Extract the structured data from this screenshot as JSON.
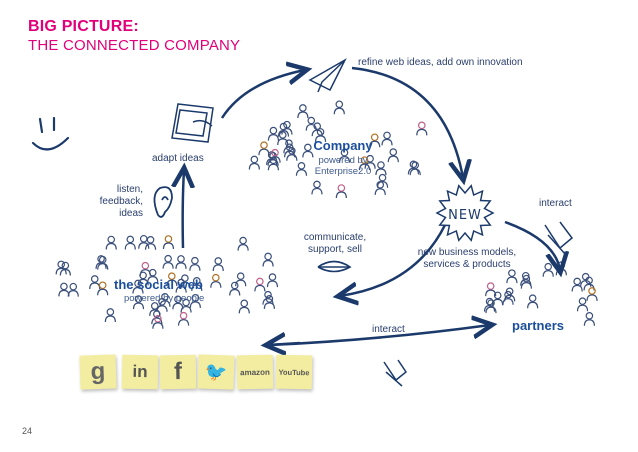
{
  "title": {
    "line1": "BIG PICTURE:",
    "line2": "THE CONNECTED COMPANY"
  },
  "labels": {
    "refine": "refine web ideas, add own innovation",
    "adapt": "adapt ideas",
    "listen": "listen,\nfeedback,\nideas",
    "company_title": "Company",
    "company_sub": "powered by\nEnterprise2.0",
    "communicate": "communicate,\nsupport, sell",
    "new_business": "new business models,\nservices & products",
    "interact_right": "interact",
    "interact_bottom": "interact",
    "social_title": "the social web",
    "social_sub": "powered by people",
    "partners": "partners",
    "new_badge": "NEW"
  },
  "social_icons": [
    {
      "name": "google-icon",
      "glyph": "g"
    },
    {
      "name": "linkedin-icon",
      "glyph": "in"
    },
    {
      "name": "facebook-icon",
      "glyph": "f"
    },
    {
      "name": "twitter-icon",
      "glyph": "🐦"
    },
    {
      "name": "amazon-icon",
      "glyph": "amazon"
    },
    {
      "name": "youtube-icon",
      "glyph": "YouTube"
    }
  ],
  "page_number": "24",
  "colors": {
    "accent": "#e2007a",
    "ink": "#1b3a6b",
    "sticky": "#f3eda1"
  }
}
